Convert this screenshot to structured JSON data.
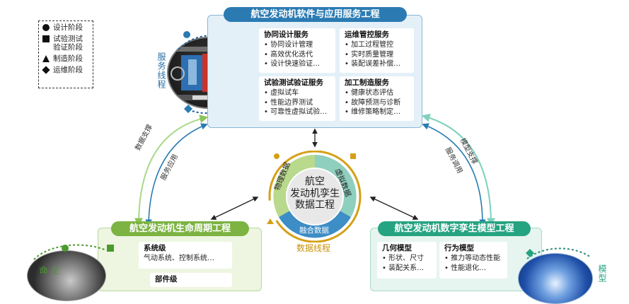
{
  "legend": {
    "items": [
      {
        "marker": "circle",
        "label": "设计阶段"
      },
      {
        "marker": "square",
        "label": "试验测试验证阶段"
      },
      {
        "marker": "triangle",
        "label": "制造阶段"
      },
      {
        "marker": "diamond",
        "label": "运维阶段"
      }
    ]
  },
  "top_panel": {
    "title": "航空发动机软件与应用服务工程",
    "cards": [
      {
        "title": "协同设计服务",
        "items": [
          "• 协同设计管理",
          "• 高效优化迭代",
          "• 设计快速验证…"
        ]
      },
      {
        "title": "运维管控服务",
        "items": [
          "• 加工过程管控",
          "• 实时质量管理",
          "• 装配误差补偿…"
        ]
      },
      {
        "title": "试验测试验证服务",
        "items": [
          "• 虚拟试车",
          "• 性能边界测试",
          "• 可靠性虚拟试验…"
        ]
      },
      {
        "title": "加工制造服务",
        "items": [
          "• 健康状态评估",
          "• 故障预测与诊断",
          "• 维修策略制定…"
        ]
      }
    ]
  },
  "left_panel": {
    "title": "航空发动机生命周期工程",
    "cards": [
      {
        "title": "系统级",
        "items": [
          "气动系统、控制系统…"
        ]
      },
      {
        "title": "部件级",
        "items": []
      }
    ]
  },
  "right_panel": {
    "title": "航空发动机数字孪生模型工程",
    "cards": [
      {
        "title": "几何模型",
        "items": [
          "• 形状、尺寸",
          "• 装配关系…"
        ]
      },
      {
        "title": "行为模型",
        "items": [
          "• 推力等动态性能",
          "• 性能退化…"
        ]
      }
    ]
  },
  "labels": {
    "service_thread": "服务线程",
    "lifecycle_partial": "生命",
    "model_partial": "模型",
    "data_support": "数据支撑",
    "service_application_left": "服务应用",
    "model_support": "模型支撑",
    "service_application_right": "服务调用",
    "data_thread": "数据线程"
  },
  "center": {
    "core_lines": [
      "航空",
      "发动机孪生",
      "数据工程"
    ],
    "physical_data": "物理数据",
    "virtual_data": "虚拟数据",
    "fused_data": "融合数据"
  },
  "colors": {
    "top_accent": "#2b7bb2",
    "left_accent": "#7cb342",
    "right_accent": "#26a381",
    "thread_gold": "#d4a017"
  }
}
